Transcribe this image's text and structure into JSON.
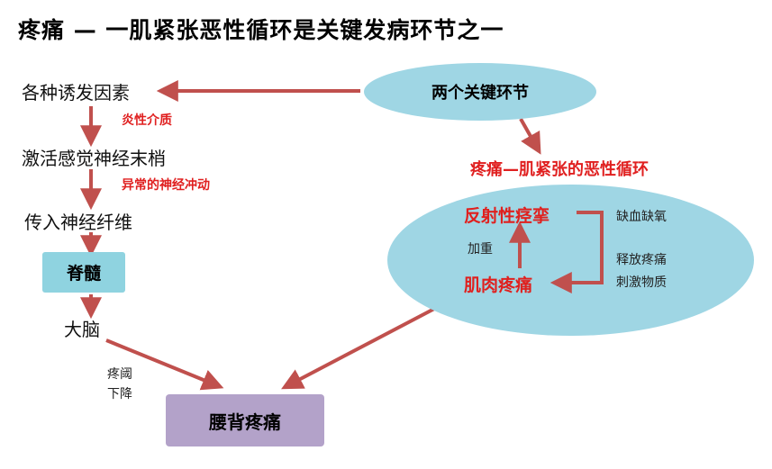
{
  "title": "疼痛 — 一肌紧张恶性循环是关键发病环节之一",
  "left_chain": {
    "step1": "各种诱发因素",
    "label1": "炎性介质",
    "step2": "激活感觉神经末梢",
    "label2": "异常的神经冲动",
    "step3": "传入神经纤维",
    "box_spine": "脊髓",
    "step4": "大脑",
    "label3_line1": "疼阈",
    "label3_line2": "下降",
    "box_pain": "腰背疼痛"
  },
  "right_side": {
    "key_links": "两个关键环节",
    "cycle_heading": "疼痛—肌紧张的恶性循环",
    "reflex_spasm": "反射性痉挛",
    "muscle_pain": "肌肉疼痛",
    "aggravate": "加重",
    "ischemia": "缺血缺氧",
    "release_line1": "释放疼痛",
    "release_line2": "刺激物质"
  },
  "colors": {
    "arrow": "#c0504d",
    "red_text": "#e02020",
    "teal": "#9fd6e4",
    "purple": "#b3a2c9"
  }
}
